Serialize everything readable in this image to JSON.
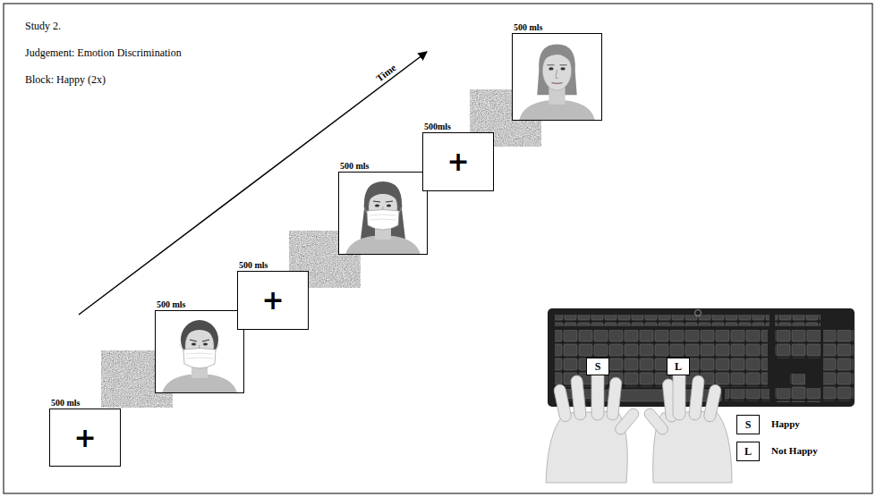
{
  "diagram": {
    "title": "Study 2.",
    "nodes": [
      {
        "text": [
          "500 mls",
          "+"
        ]
      },
      {
        "text": [
          "500 mls"
        ]
      },
      {
        "text": [
          "500 mls",
          "+"
        ]
      },
      {
        "text": [
          "500 mls"
        ]
      },
      {
        "text": [
          "500mls",
          "+"
        ]
      },
      {
        "text": [
          "500 mls"
        ]
      },
      {
        "text": [
          "S"
        ]
      },
      {
        "text": [
          "L"
        ]
      },
      {
        "text": [
          "S"
        ]
      },
      {
        "text": [
          "L"
        ]
      }
    ],
    "labels": [
      "Judgement: Emotion Discrimination",
      "Block: Happy (2x)",
      "Time",
      "Happy",
      "Not Happy"
    ]
  }
}
